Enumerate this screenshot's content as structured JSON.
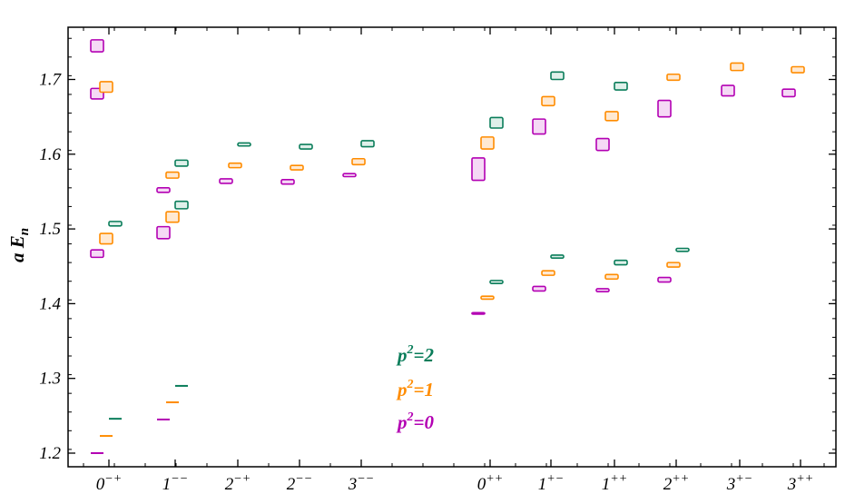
{
  "chart_data": {
    "type": "scatter",
    "title": "",
    "xlabel": "",
    "ylabel": "a E",
    "ylabel_sub": "n",
    "ylim": [
      1.18,
      1.77
    ],
    "yticks": [
      "1.2",
      "1.3",
      "1.4",
      "1.5",
      "1.6",
      "1.7"
    ],
    "ytick_values": [
      1.2,
      1.3,
      1.4,
      1.5,
      1.6,
      1.7
    ],
    "grid": false,
    "legend_position": "center-bottom",
    "categories": [
      {
        "label": "0",
        "sup": "−+"
      },
      {
        "label": "1",
        "sup": "−−"
      },
      {
        "label": "2",
        "sup": "−+"
      },
      {
        "label": "2",
        "sup": "−−"
      },
      {
        "label": "3",
        "sup": "−−"
      },
      {
        "label": "0",
        "sup": "++"
      },
      {
        "label": "1",
        "sup": "+−"
      },
      {
        "label": "1",
        "sup": "++"
      },
      {
        "label": "2",
        "sup": "++"
      },
      {
        "label": "3",
        "sup": "+−"
      },
      {
        "label": "3",
        "sup": "++"
      }
    ],
    "series": [
      {
        "name": "p²=0",
        "legend_base": "p",
        "legend_sup": "2",
        "legend_rest": "=0",
        "color": "#b300b3",
        "fill": "#f5d9f5",
        "points": [
          {
            "cat": 0,
            "y": 1.2,
            "err": 0.0
          },
          {
            "cat": 0,
            "y": 1.467,
            "err": 0.005
          },
          {
            "cat": 0,
            "y": 1.681,
            "err": 0.007
          },
          {
            "cat": 0,
            "y": 1.745,
            "err": 0.008
          },
          {
            "cat": 1,
            "y": 1.245,
            "err": 0.0
          },
          {
            "cat": 1,
            "y": 1.495,
            "err": 0.008
          },
          {
            "cat": 1,
            "y": 1.552,
            "err": 0.003
          },
          {
            "cat": 2,
            "y": 1.564,
            "err": 0.003
          },
          {
            "cat": 3,
            "y": 1.563,
            "err": 0.003
          },
          {
            "cat": 4,
            "y": 1.572,
            "err": 0.002
          },
          {
            "cat": 5,
            "y": 1.387,
            "err": 0.001
          },
          {
            "cat": 5,
            "y": 1.58,
            "err": 0.015
          },
          {
            "cat": 6,
            "y": 1.42,
            "err": 0.003
          },
          {
            "cat": 6,
            "y": 1.637,
            "err": 0.01
          },
          {
            "cat": 7,
            "y": 1.418,
            "err": 0.002
          },
          {
            "cat": 7,
            "y": 1.613,
            "err": 0.008
          },
          {
            "cat": 8,
            "y": 1.432,
            "err": 0.003
          },
          {
            "cat": 8,
            "y": 1.661,
            "err": 0.011
          },
          {
            "cat": 9,
            "y": 1.685,
            "err": 0.007
          },
          {
            "cat": 10,
            "y": 1.682,
            "err": 0.005
          }
        ]
      },
      {
        "name": "p²=1",
        "legend_base": "p",
        "legend_sup": "2",
        "legend_rest": "=1",
        "color": "#ff8c00",
        "fill": "#ffe9d2",
        "points": [
          {
            "cat": 0,
            "y": 1.223,
            "err": 0.0
          },
          {
            "cat": 0,
            "y": 1.487,
            "err": 0.007
          },
          {
            "cat": 0,
            "y": 1.69,
            "err": 0.007
          },
          {
            "cat": 1,
            "y": 1.268,
            "err": 0.0
          },
          {
            "cat": 1,
            "y": 1.516,
            "err": 0.007
          },
          {
            "cat": 1,
            "y": 1.572,
            "err": 0.004
          },
          {
            "cat": 2,
            "y": 1.585,
            "err": 0.003
          },
          {
            "cat": 3,
            "y": 1.582,
            "err": 0.003
          },
          {
            "cat": 4,
            "y": 1.59,
            "err": 0.004
          },
          {
            "cat": 5,
            "y": 1.408,
            "err": 0.002
          },
          {
            "cat": 5,
            "y": 1.615,
            "err": 0.008
          },
          {
            "cat": 6,
            "y": 1.441,
            "err": 0.003
          },
          {
            "cat": 6,
            "y": 1.671,
            "err": 0.006
          },
          {
            "cat": 7,
            "y": 1.436,
            "err": 0.003
          },
          {
            "cat": 7,
            "y": 1.651,
            "err": 0.006
          },
          {
            "cat": 8,
            "y": 1.452,
            "err": 0.003
          },
          {
            "cat": 8,
            "y": 1.703,
            "err": 0.004
          },
          {
            "cat": 9,
            "y": 1.717,
            "err": 0.005
          },
          {
            "cat": 10,
            "y": 1.713,
            "err": 0.004
          }
        ]
      },
      {
        "name": "p²=2",
        "legend_base": "p",
        "legend_sup": "2",
        "legend_rest": "=2",
        "color": "#0a7d5a",
        "fill": "#dff0ea",
        "points": [
          {
            "cat": 0,
            "y": 1.246,
            "err": 0.0
          },
          {
            "cat": 0,
            "y": 1.507,
            "err": 0.003
          },
          {
            "cat": 1,
            "y": 1.29,
            "err": 0.0
          },
          {
            "cat": 1,
            "y": 1.532,
            "err": 0.005
          },
          {
            "cat": 1,
            "y": 1.588,
            "err": 0.004
          },
          {
            "cat": 2,
            "y": 1.613,
            "err": 0.002
          },
          {
            "cat": 3,
            "y": 1.61,
            "err": 0.003
          },
          {
            "cat": 4,
            "y": 1.614,
            "err": 0.004
          },
          {
            "cat": 5,
            "y": 1.429,
            "err": 0.002
          },
          {
            "cat": 5,
            "y": 1.642,
            "err": 0.007
          },
          {
            "cat": 6,
            "y": 1.463,
            "err": 0.002
          },
          {
            "cat": 6,
            "y": 1.705,
            "err": 0.005
          },
          {
            "cat": 7,
            "y": 1.455,
            "err": 0.003
          },
          {
            "cat": 7,
            "y": 1.691,
            "err": 0.005
          },
          {
            "cat": 8,
            "y": 1.472,
            "err": 0.002
          }
        ]
      }
    ],
    "legend_order": [
      2,
      1,
      0
    ]
  }
}
